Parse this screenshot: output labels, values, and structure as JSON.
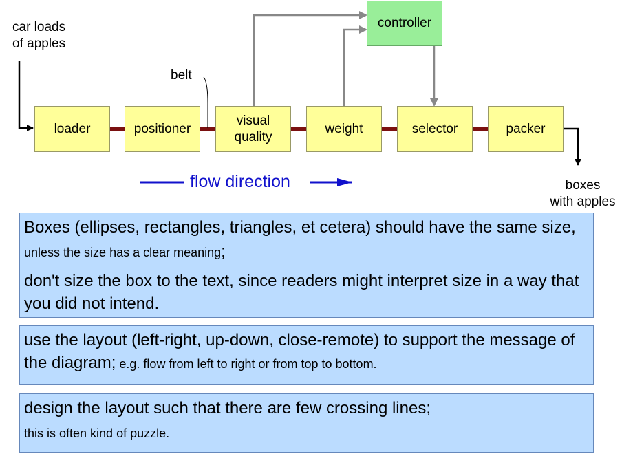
{
  "diagram": {
    "input_label": "car loads\nof apples",
    "output_label": "boxes\nwith apples",
    "belt_label": "belt",
    "flow_label": "flow direction",
    "boxes": {
      "loader": "loader",
      "positioner": "positioner",
      "visual_quality": "visual\nquality",
      "weight": "weight",
      "selector": "selector",
      "packer": "packer",
      "controller": "controller"
    },
    "colors": {
      "box_fill": "#ffff99",
      "controller_fill": "#99ee99",
      "belt": "#7a1010",
      "arrow_gray": "#888888",
      "flow_blue": "#1111cc",
      "panel_fill": "#bbdcff"
    }
  },
  "notes": [
    {
      "paragraphs": [
        {
          "big": "Boxes (ellipses, rectangles, triangles, et cetera) should have the same size,",
          "small": " unless the size has a clear meaning",
          "tail": ";"
        },
        {
          "big": "don't size the box to the text, since readers might interpret size in a way that you did not intend.",
          "small": "",
          "tail": ""
        }
      ]
    },
    {
      "paragraphs": [
        {
          "big": "use the layout (left-right, up-down, close-remote) to support the message of the diagram;",
          "small": " e.g. flow from left to right or from top to bottom.",
          "tail": ""
        }
      ]
    },
    {
      "paragraphs": [
        {
          "big": "design the layout such that there are few crossing lines;",
          "small": "",
          "tail": ""
        },
        {
          "big": "",
          "small": "this is often kind of puzzle.",
          "tail": ""
        }
      ]
    }
  ]
}
